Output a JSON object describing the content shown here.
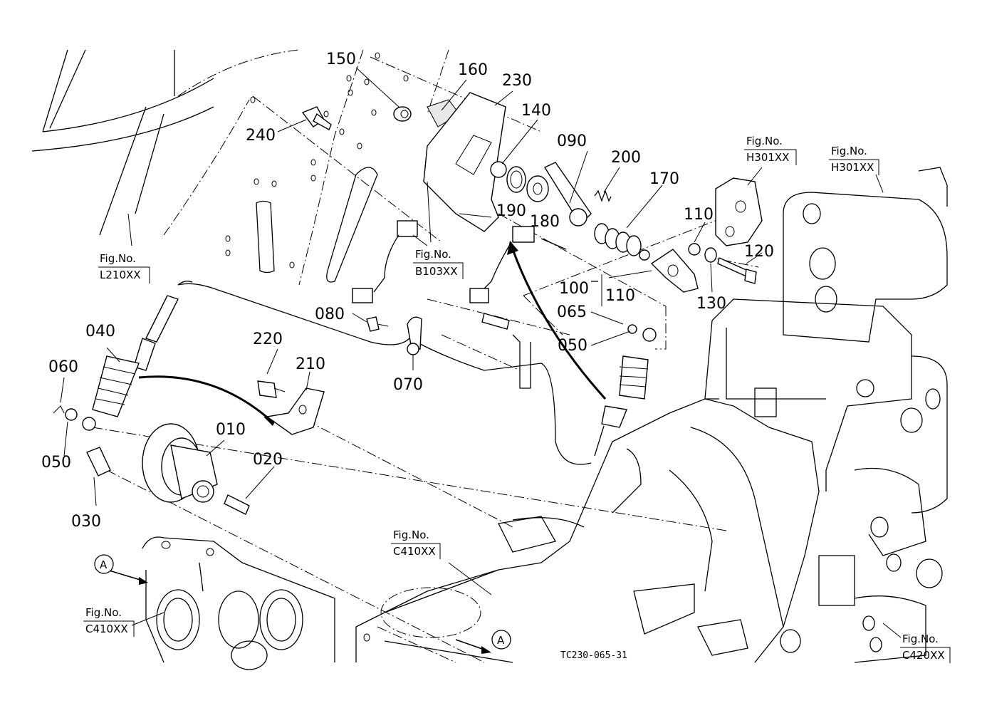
{
  "diagram": {
    "part_labels": {
      "p010": "010",
      "p020": "020",
      "p030": "030",
      "p040": "040",
      "p050a": "050",
      "p050b": "050",
      "p060": "060",
      "p065": "065",
      "p070": "070",
      "p080": "080",
      "p090": "090",
      "p100": "100",
      "p110a": "110",
      "p110b": "110",
      "p120": "120",
      "p130": "130",
      "p140": "140",
      "p150": "150",
      "p160": "160",
      "p170": "170",
      "p180": "180",
      "p190": "190",
      "p200": "200",
      "p210": "210",
      "p220": "220",
      "p230": "230",
      "p240": "240"
    },
    "figure_refs": {
      "l210_top": "Fig.No.",
      "l210_bot": "L210XX",
      "b103_top": "Fig.No.",
      "b103_bot": "B103XX",
      "h301a_top": "Fig.No.",
      "h301a_bot": "H301XX",
      "h301b_top": "Fig.No.",
      "h301b_bot": "H301XX",
      "c410a_top": "Fig.No.",
      "c410a_bot": "C410XX",
      "c410b_top": "Fig.No.",
      "c410b_bot": "C410XX",
      "c420_top": "Fig.No.",
      "c420_bot": "C420XX"
    },
    "callout_letter_left": "A",
    "callout_letter_bottom": "A",
    "drawing_code": "TC230-065-31"
  }
}
